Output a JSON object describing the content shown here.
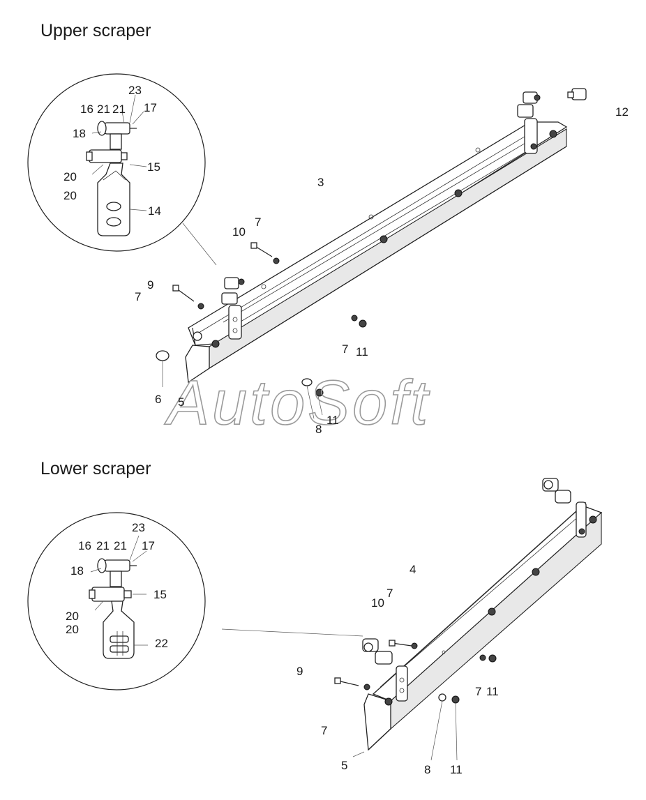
{
  "sections": {
    "upper": {
      "title": "Upper scraper"
    },
    "lower": {
      "title": "Lower scraper"
    }
  },
  "watermark": "AutoSoft",
  "callouts": {
    "upper": {
      "detail_23": "23",
      "detail_16": "16",
      "detail_21a": "21",
      "detail_21b": "21",
      "detail_17": "17",
      "detail_18": "18",
      "detail_15": "15",
      "detail_20a": "20",
      "detail_20b": "20",
      "detail_14": "14",
      "c3": "3",
      "c12": "12",
      "c10": "10",
      "c7a": "7",
      "c9": "9",
      "c7b": "7",
      "c7c": "7",
      "c11a": "11",
      "c6": "6",
      "c5": "5",
      "c8": "8",
      "c11b": "11"
    },
    "lower": {
      "detail_23": "23",
      "detail_16": "16",
      "detail_21a": "21",
      "detail_21b": "21",
      "detail_17": "17",
      "detail_18": "18",
      "detail_15": "15",
      "detail_20a": "20",
      "detail_20b": "20",
      "detail_22": "22",
      "c4": "4",
      "c10": "10",
      "c7a": "7",
      "c9": "9",
      "c7b": "7",
      "c7c": "7",
      "c11a": "11",
      "c5": "5",
      "c8": "8",
      "c11b": "11"
    }
  }
}
